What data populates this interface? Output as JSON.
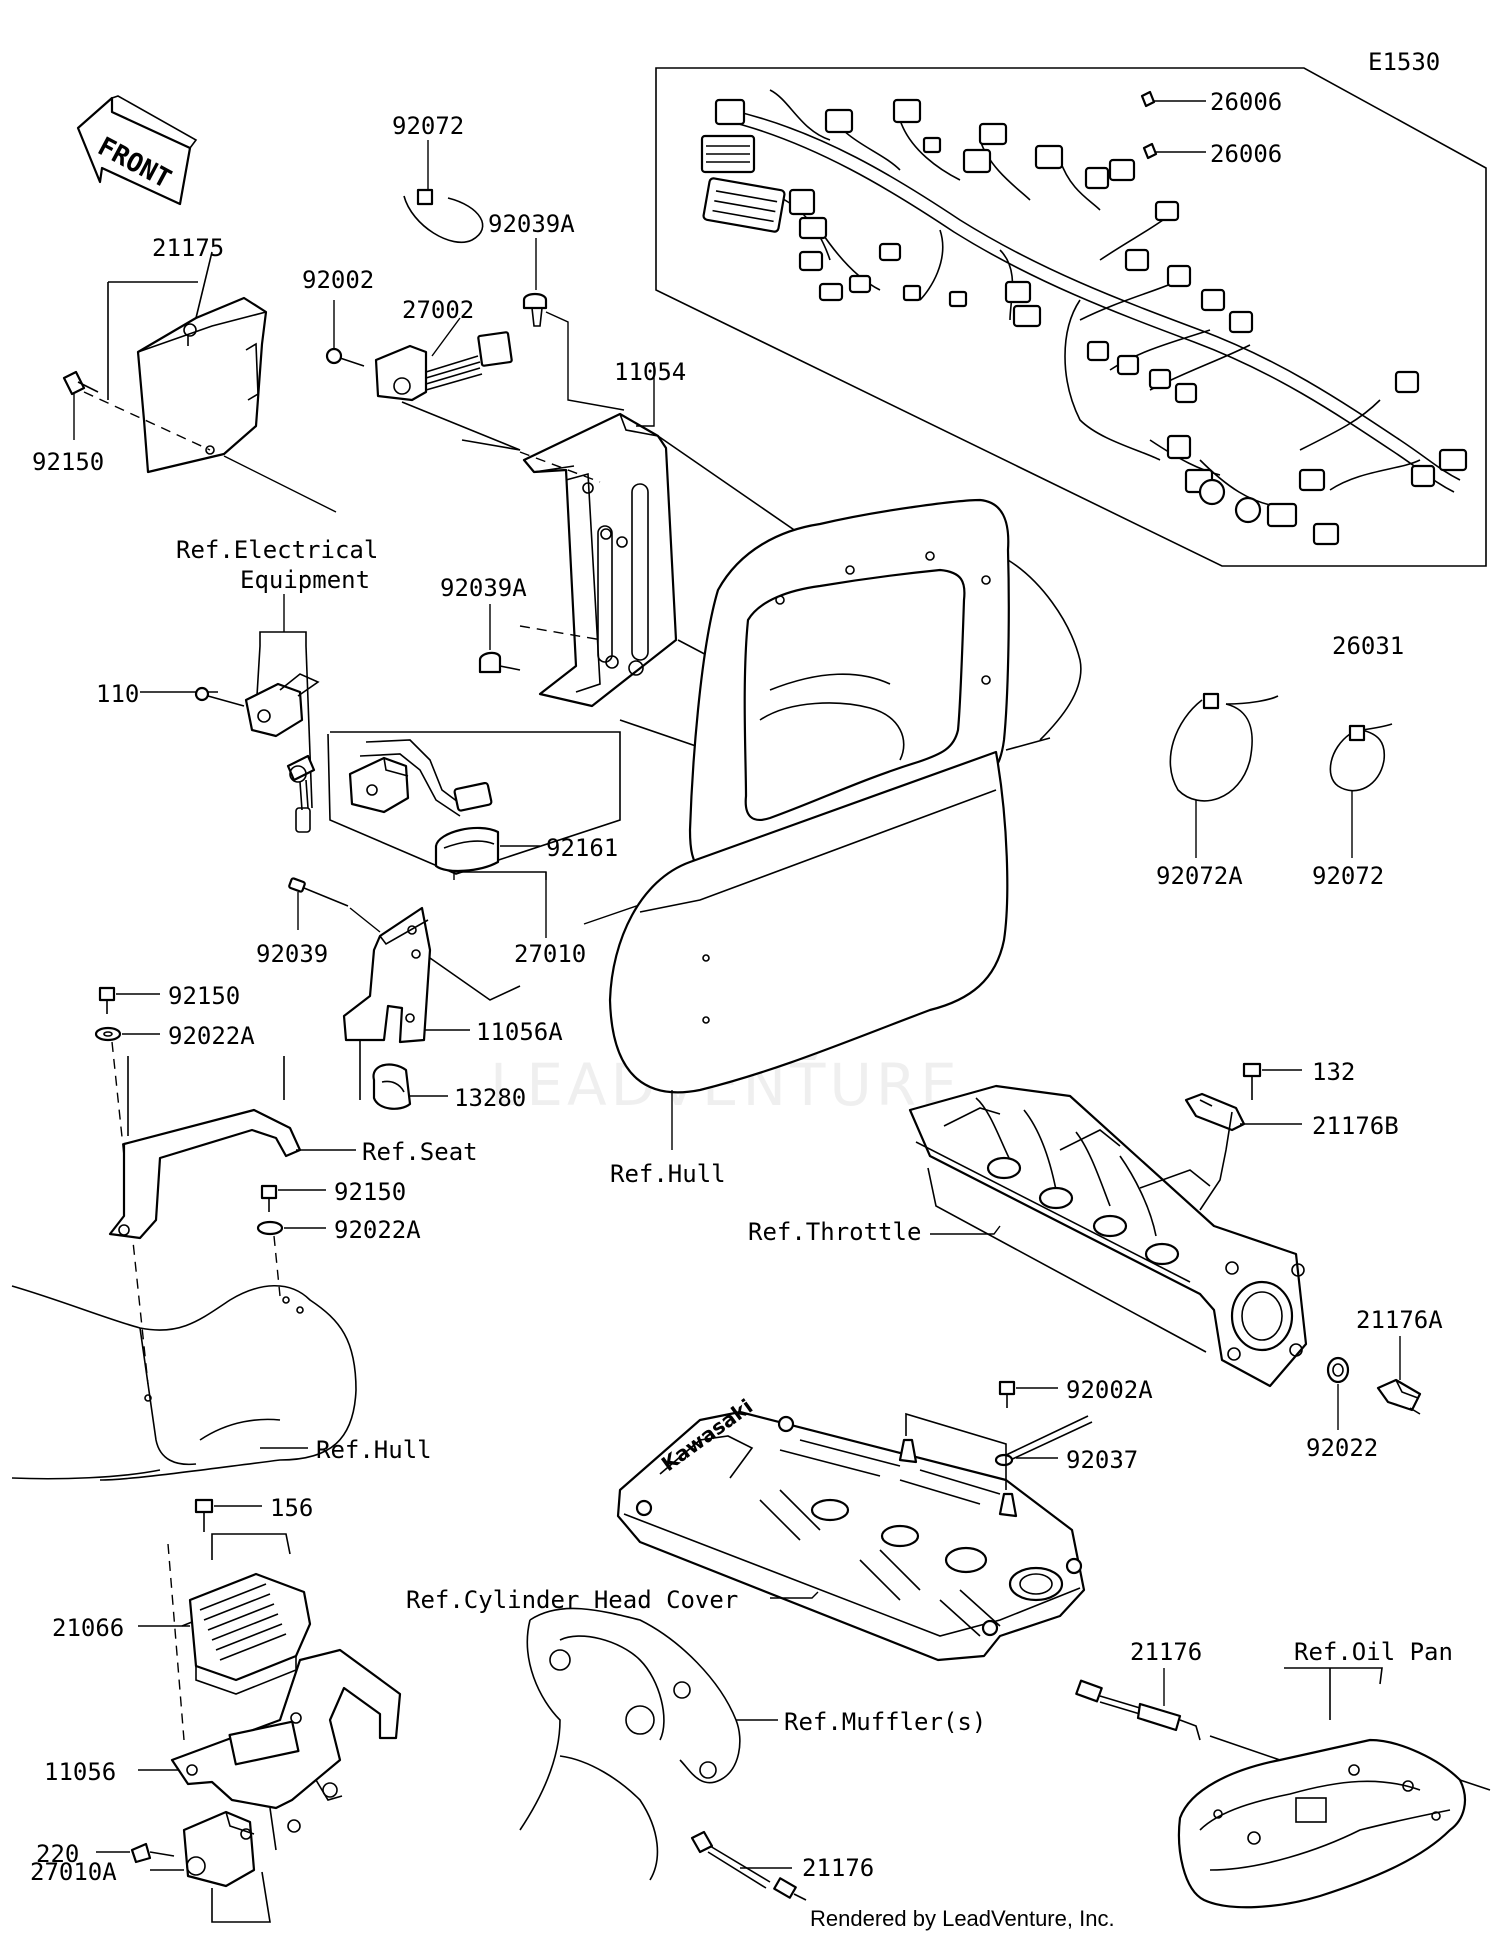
{
  "diagram_code": "E1530",
  "front_label": "FRONT",
  "watermark": "LEADVENTURE",
  "credit": "Rendered by LeadVenture, Inc.",
  "labels": [
    {
      "id": "26006a",
      "text": "26006"
    },
    {
      "id": "26006b",
      "text": "26006"
    },
    {
      "id": "92072a",
      "text": "92072"
    },
    {
      "id": "92039Aa",
      "text": "92039A"
    },
    {
      "id": "21175",
      "text": "21175"
    },
    {
      "id": "92002",
      "text": "92002"
    },
    {
      "id": "27002",
      "text": "27002"
    },
    {
      "id": "11054",
      "text": "11054"
    },
    {
      "id": "92150a",
      "text": "92150"
    },
    {
      "id": "ref-electrical-1",
      "text": "Ref.Electrical"
    },
    {
      "id": "ref-electrical-2",
      "text": "Equipment"
    },
    {
      "id": "92039Ab",
      "text": "92039A"
    },
    {
      "id": "26031",
      "text": "26031"
    },
    {
      "id": "110",
      "text": "110"
    },
    {
      "id": "92161",
      "text": "92161"
    },
    {
      "id": "92072A",
      "text": "92072A"
    },
    {
      "id": "92072b",
      "text": "92072"
    },
    {
      "id": "92039",
      "text": "92039"
    },
    {
      "id": "27010",
      "text": "27010"
    },
    {
      "id": "92150b",
      "text": "92150"
    },
    {
      "id": "92022Aa",
      "text": "92022A"
    },
    {
      "id": "11056A",
      "text": "11056A"
    },
    {
      "id": "132",
      "text": "132"
    },
    {
      "id": "13280",
      "text": "13280"
    },
    {
      "id": "21176B",
      "text": "21176B"
    },
    {
      "id": "ref-seat",
      "text": "Ref.Seat"
    },
    {
      "id": "ref-hull-a",
      "text": "Ref.Hull"
    },
    {
      "id": "92150c",
      "text": "92150"
    },
    {
      "id": "92022Ab",
      "text": "92022A"
    },
    {
      "id": "ref-throttle",
      "text": "Ref.Throttle"
    },
    {
      "id": "21176A",
      "text": "21176A"
    },
    {
      "id": "92002A",
      "text": "92002A"
    },
    {
      "id": "92022",
      "text": "92022"
    },
    {
      "id": "ref-hull-b",
      "text": "Ref.Hull"
    },
    {
      "id": "92037",
      "text": "92037"
    },
    {
      "id": "156",
      "text": "156"
    },
    {
      "id": "21066",
      "text": "21066"
    },
    {
      "id": "ref-cyl-head",
      "text": "Ref.Cylinder Head Cover"
    },
    {
      "id": "21176a",
      "text": "21176"
    },
    {
      "id": "ref-oil-pan",
      "text": "Ref.Oil Pan"
    },
    {
      "id": "11056",
      "text": "11056"
    },
    {
      "id": "ref-muffler",
      "text": "Ref.Muffler(s)"
    },
    {
      "id": "220",
      "text": "220"
    },
    {
      "id": "21176b",
      "text": "21176"
    },
    {
      "id": "27010A",
      "text": "27010A"
    }
  ]
}
